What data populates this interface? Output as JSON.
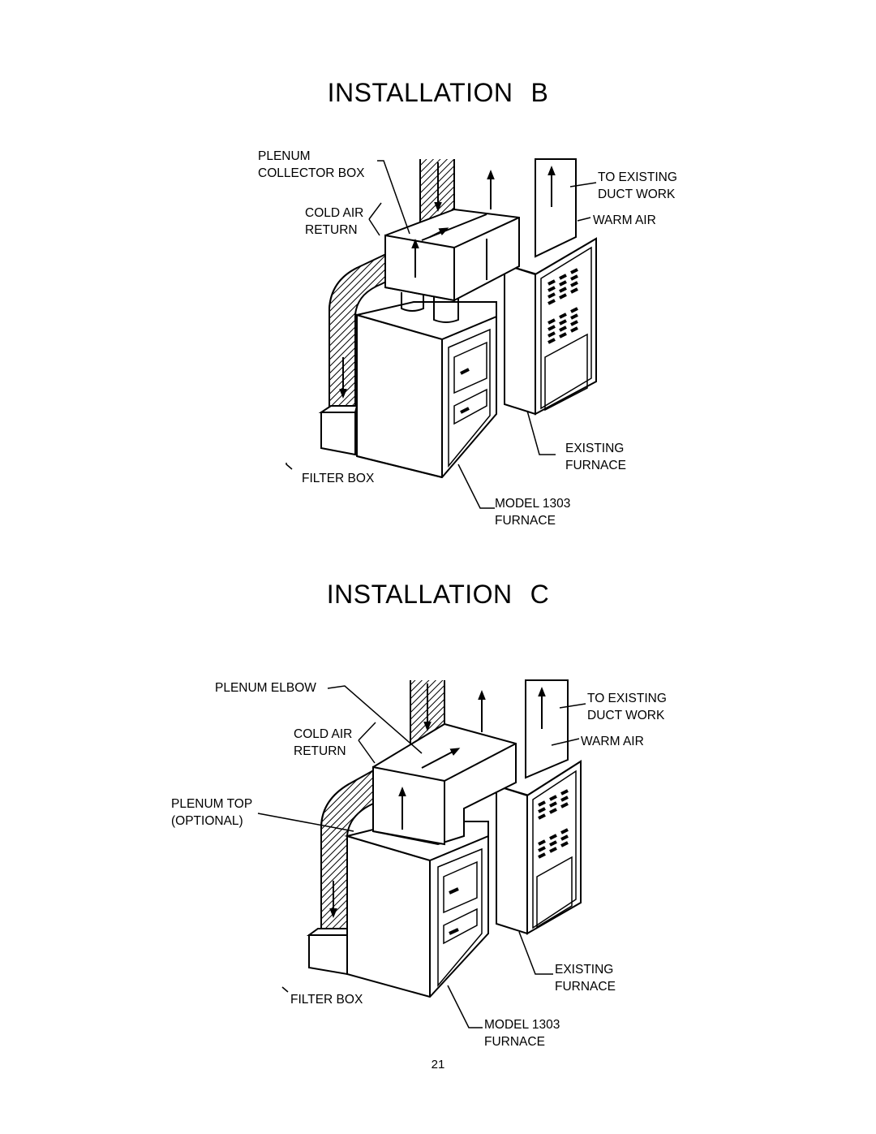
{
  "diagrams": [
    {
      "title_word": "INSTALLATION",
      "title_letter": "B",
      "labels": {
        "plenum_collector_box": [
          "PLENUM",
          "COLLECTOR BOX"
        ],
        "cold_air_return": [
          "COLD AIR",
          "RETURN"
        ],
        "to_existing_duct_work": [
          "TO EXISTING",
          "DUCT WORK"
        ],
        "warm_air": "WARM AIR",
        "existing_furnace": [
          "EXISTING",
          "FURNACE"
        ],
        "filter_box": "FILTER BOX",
        "model_furnace": [
          "MODEL 1303",
          "FURNACE"
        ]
      }
    },
    {
      "title_word": "INSTALLATION",
      "title_letter": "C",
      "labels": {
        "plenum_elbow": "PLENUM ELBOW",
        "cold_air_return": [
          "COLD AIR",
          "RETURN"
        ],
        "plenum_top": [
          "PLENUM TOP",
          "(OPTIONAL)"
        ],
        "to_existing_duct_work": [
          "TO EXISTING",
          "DUCT WORK"
        ],
        "warm_air": "WARM AIR",
        "existing_furnace": [
          "EXISTING",
          "FURNACE"
        ],
        "filter_box": "FILTER BOX",
        "model_furnace": [
          "MODEL 1303",
          "FURNACE"
        ]
      }
    }
  ],
  "page_number": "21"
}
